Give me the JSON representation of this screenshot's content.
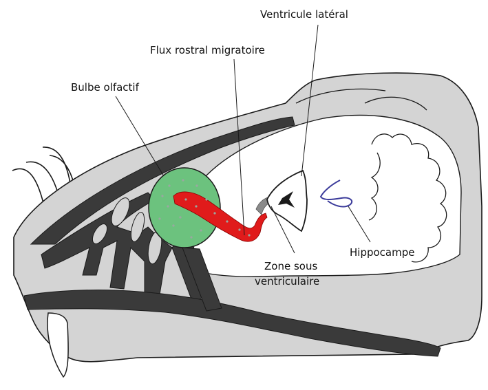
{
  "labels": {
    "lateral_ventricle": "Ventricule latéral",
    "rostral_migratory_stream": "Flux rostral migratoire",
    "olfactory_bulb": "Bulbe olfactif",
    "hippocampus": "Hippocampe",
    "subventricular_zone_line1": "Zone sous",
    "subventricular_zone_line2": "ventriculaire"
  },
  "colors": {
    "brain_fill": "#d4d4d4",
    "skull_bone": "#3a3a3a",
    "olfactory_bulb": "#6cc27e",
    "migratory_stream": "#e01b1b",
    "hippocampus": "#3a3a9a",
    "subventricular_zone": "#8a8a8a",
    "outline": "#1a1a1a"
  }
}
